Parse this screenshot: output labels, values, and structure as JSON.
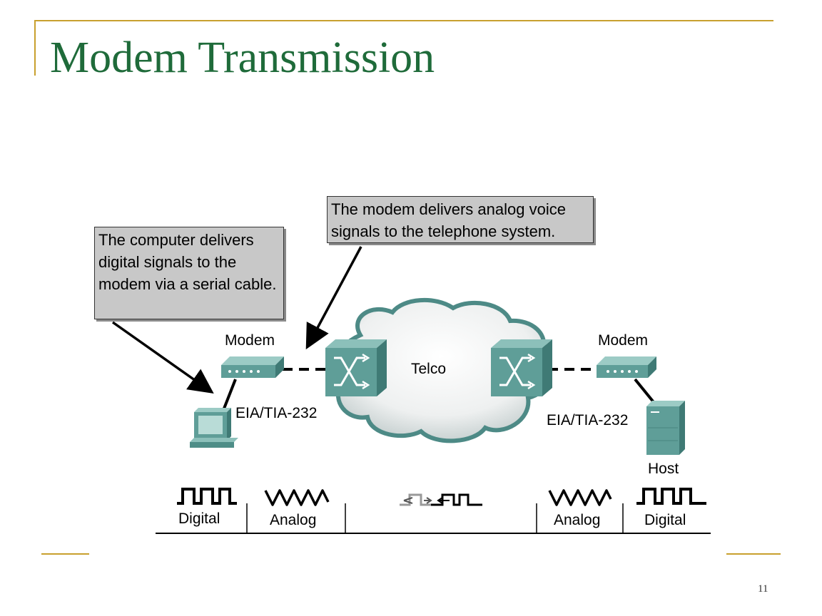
{
  "slide": {
    "title": "Modem Transmission",
    "page_number": "11"
  },
  "callouts": {
    "computer": "The computer delivers digital signals to the modem via a serial cable.",
    "modem": "The modem delivers analog voice signals to the telephone system."
  },
  "labels": {
    "modem_left": "Modem",
    "modem_right": "Modem",
    "cable_left": "EIA/TIA-232",
    "cable_right": "EIA/TIA-232",
    "cloud": "Telco",
    "host": "Host"
  },
  "signal_bar": {
    "segments": [
      "Digital",
      "Analog",
      "",
      "Analog",
      "Digital"
    ]
  },
  "colors": {
    "title": "#1f6b3a",
    "accent_gold": "#c8a02e",
    "device_teal": "#5f9e98",
    "callout_gray": "#c8c8c8"
  }
}
